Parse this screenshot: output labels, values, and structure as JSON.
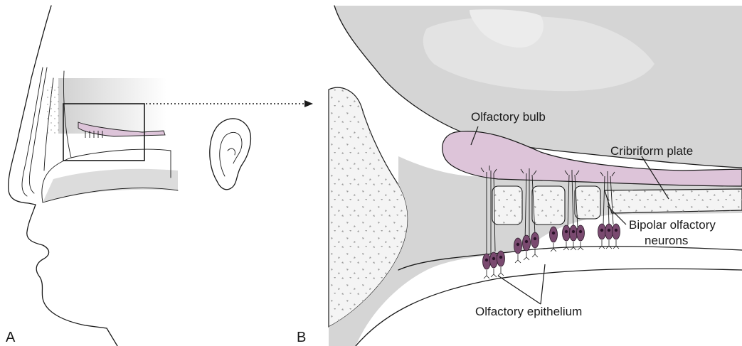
{
  "panels": {
    "a": {
      "letter": "A"
    },
    "b": {
      "letter": "B"
    }
  },
  "labels": {
    "olfactory_bulb": "Olfactory bulb",
    "cribriform_plate": "Cribriform plate",
    "bipolar_neurons_line1": "Bipolar olfactory",
    "bipolar_neurons_line2": "neurons",
    "olfactory_epithelium": "Olfactory epithelium"
  },
  "colors": {
    "bulb": "#ddc4d9",
    "neuron_body": "#7a4a70",
    "bone_gray": "#d5d5d5",
    "outline": "#1a1a1a"
  }
}
